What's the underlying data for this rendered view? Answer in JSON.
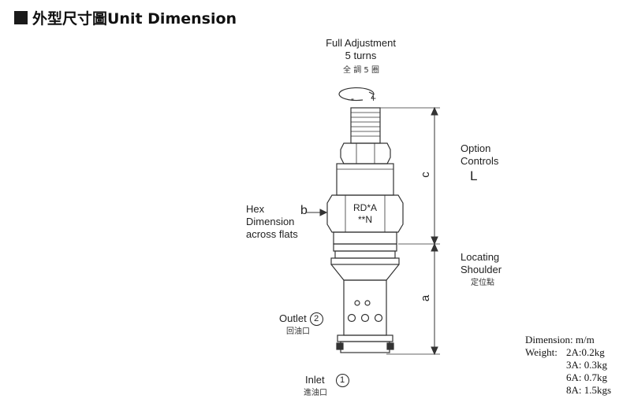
{
  "header": {
    "title": "外型尺寸圖Unit Dimension"
  },
  "adjustment": {
    "line1": "Full  Adjustment",
    "line2": "5 turns",
    "chinese": "全 調 5 圈",
    "minus": "-",
    "plus": "+"
  },
  "option_controls": {
    "line1": "Option",
    "line2": "Controls",
    "symbol": "L"
  },
  "hex": {
    "line1": "Hex",
    "line2": "Dimension",
    "line3": "across flats",
    "symbol": "b"
  },
  "body_marking": {
    "line1": "RD*A",
    "line2": "**N"
  },
  "locating_shoulder": {
    "line1": "Locating",
    "line2": "Shoulder",
    "chinese": "定位點"
  },
  "dimensions": {
    "c": "c",
    "a": "a"
  },
  "outlet": {
    "label": "Outlet",
    "port": "2",
    "chinese": "回油口"
  },
  "inlet": {
    "label": "Inlet",
    "port": "1",
    "chinese": "進油口"
  },
  "specs": {
    "dimension": "Dimension: m/m",
    "weight_label": "Weight:",
    "weights": [
      "2A:0.2kg",
      "3A: 0.3kg",
      "6A: 0.7kg",
      "8A: 1.5kgs"
    ]
  }
}
